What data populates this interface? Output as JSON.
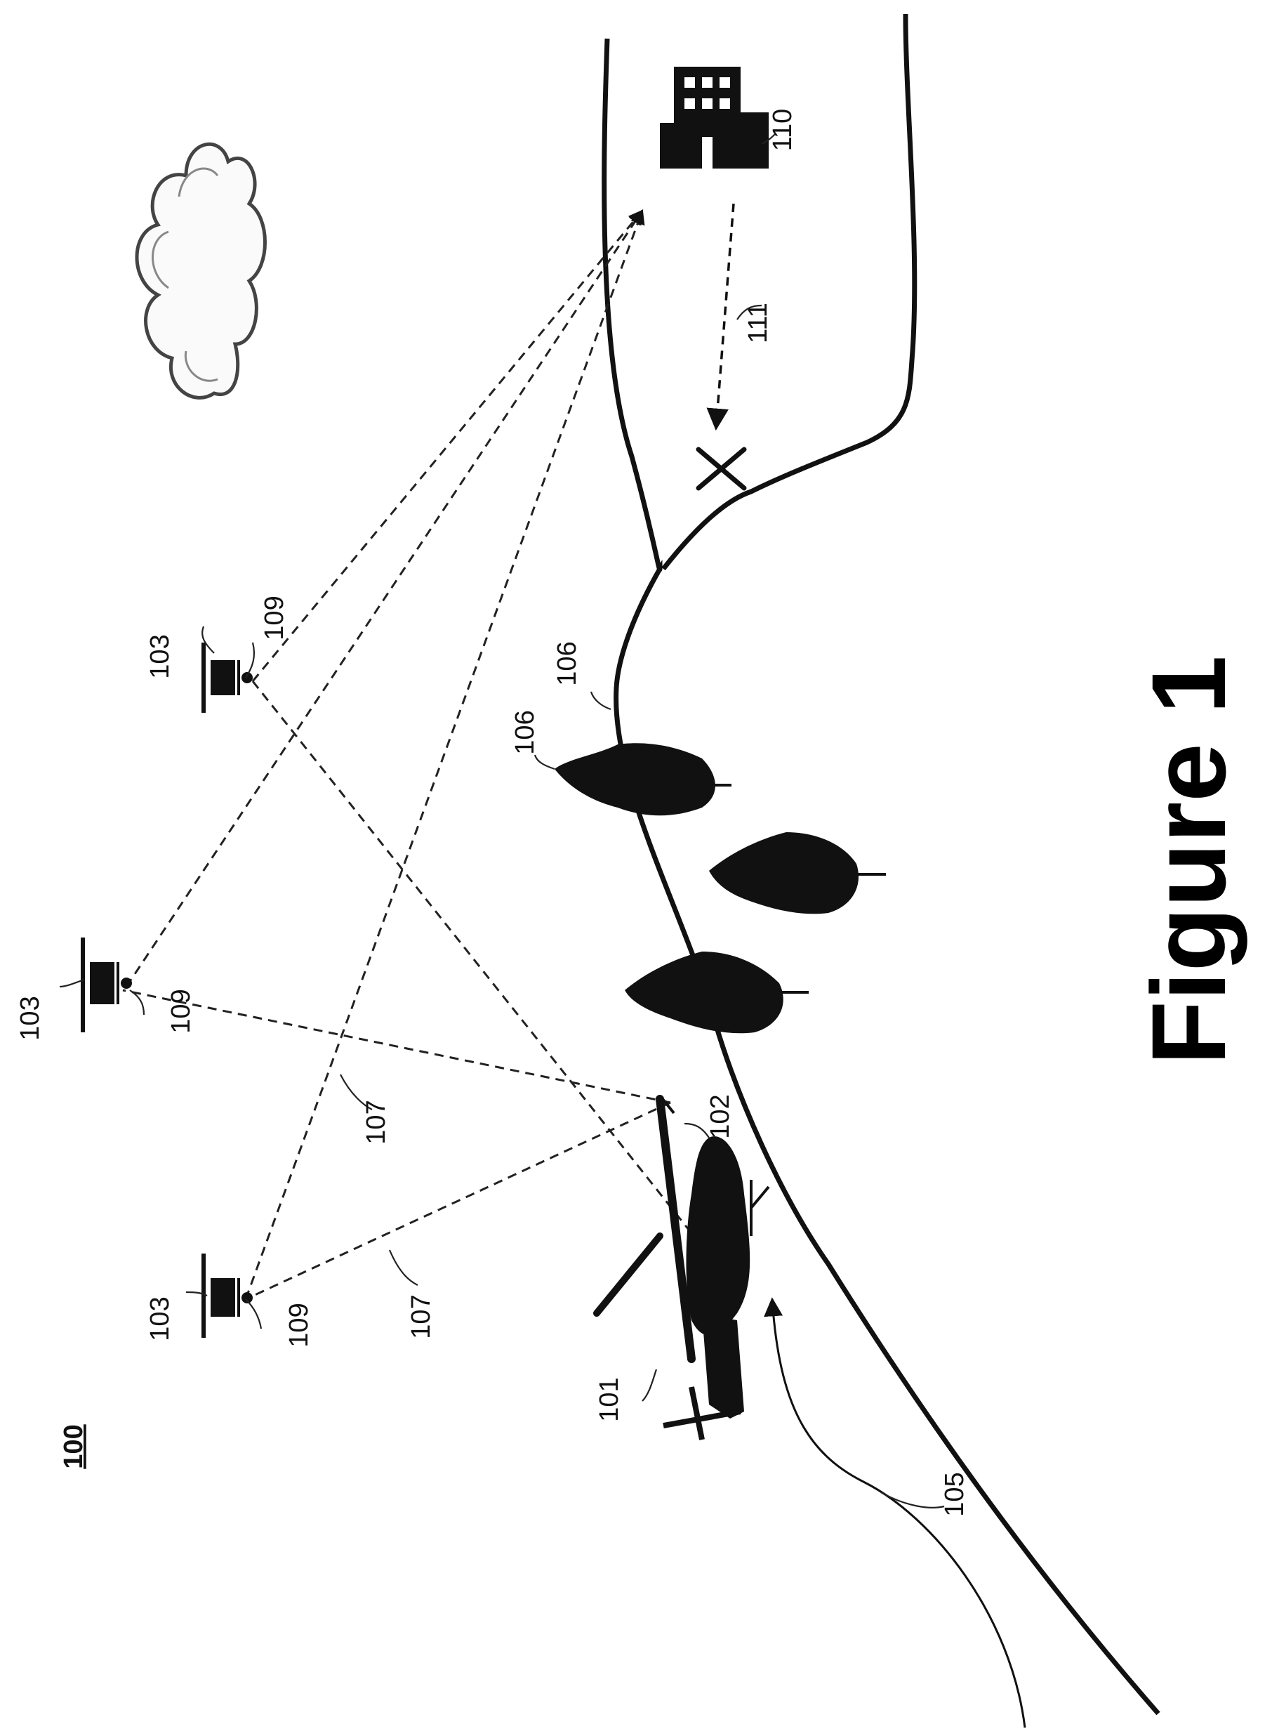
{
  "figure": {
    "caption": "Figure 1",
    "system_label": "100",
    "labels": {
      "helicopter": "101",
      "sensor": "102",
      "satellite_1": "103",
      "satellite_2": "103",
      "satellite_3": "103",
      "terrain_path": "105",
      "terrain": "106",
      "tree": "106",
      "signal_1": "107",
      "signal_2": "107",
      "transmitter_1": "109",
      "transmitter_2": "109",
      "transmitter_3": "109",
      "building": "110",
      "link": "111"
    },
    "icons": [
      "cloud-icon",
      "satellite-icon",
      "helicopter-icon",
      "tree-icon",
      "building-icon",
      "x-mark-icon"
    ],
    "colors": {
      "ink": "#111111",
      "background": "#ffffff"
    }
  }
}
